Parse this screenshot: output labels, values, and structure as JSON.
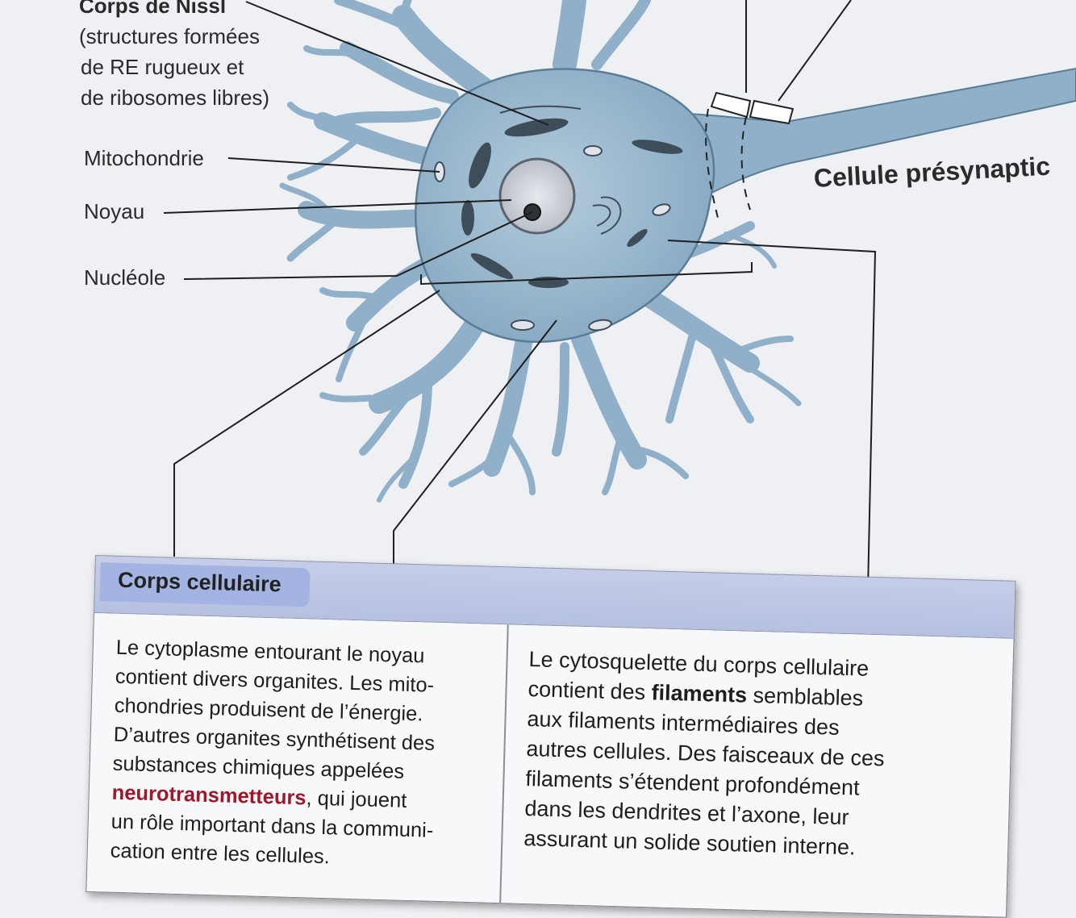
{
  "labels": {
    "nissl_title": "Corps de Nissl",
    "nissl_desc_1": "(structures formées",
    "nissl_desc_2": "de RE rugueux et",
    "nissl_desc_3": "de ribosomes libres)",
    "mitochondrie": "Mitochondrie",
    "noyau": "Noyau",
    "nucleole": "Nucléole",
    "presynaptic": "Cellule présynaptic"
  },
  "info_box": {
    "title": "Corps cellulaire",
    "left_column": {
      "line1": "Le cytoplasme entourant le noyau",
      "line2": "contient divers organites. Les mito-",
      "line3": "chondries produisent de l’énergie.",
      "line4": "D’autres organites synthétisent des",
      "line5": "substances chimiques appelées",
      "line6_term": "neurotransmetteurs",
      "line6_rest": ", qui jouent",
      "line7": "un rôle important dans la communi-",
      "line8": "cation entre les cellules."
    },
    "right_column": {
      "line1": "Le cytosquelette du corps cellulaire",
      "line2_pre": "contient des ",
      "line2_term": "filaments",
      "line2_post": " semblables",
      "line3": "aux filaments intermédiaires des",
      "line4": "autres cellules. Des faisceaux de ces",
      "line5": "filaments s’étendent profondément",
      "line6": "dans les dendrites et l’axone, leur",
      "line7": "assurant un solide soutien interne."
    }
  },
  "colors": {
    "neuron_fill": "#8fb0c8",
    "neuron_edge": "#5a7d97",
    "header_bg": "#b6c0e0",
    "term_red": "#a0162a"
  }
}
